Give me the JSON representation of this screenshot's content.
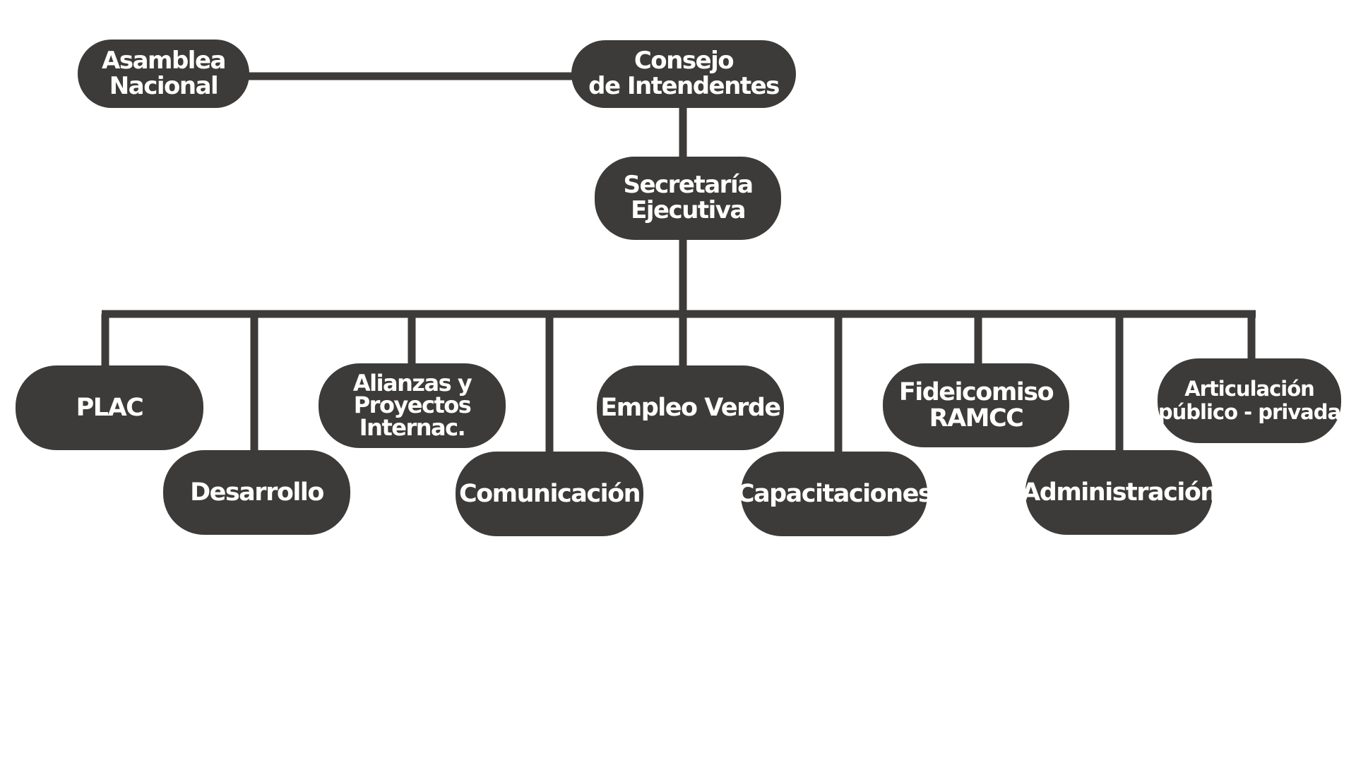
{
  "colors": {
    "node_fill": "#3c3b39",
    "line": "#3c3b39",
    "text": "#ffffff",
    "background": "#ffffff"
  },
  "top": {
    "asamblea": "Asamblea\nNacional",
    "consejo": "Consejo\nde Intendentes"
  },
  "secretaria": "Secretaría\nEjecutiva",
  "areas": {
    "plac": "PLAC",
    "desarrollo": "Desarrollo",
    "alianzas": "Alianzas y\nProyectos\nInternac.",
    "comunicacion": "Comunicación",
    "empleo_verde": "Empleo Verde",
    "capacitaciones": "Capacitaciones",
    "fideicomiso": "Fideicomiso\nRAMCC",
    "administracion": "Administración",
    "articulacion": "Articulación\npúblico - privada"
  }
}
